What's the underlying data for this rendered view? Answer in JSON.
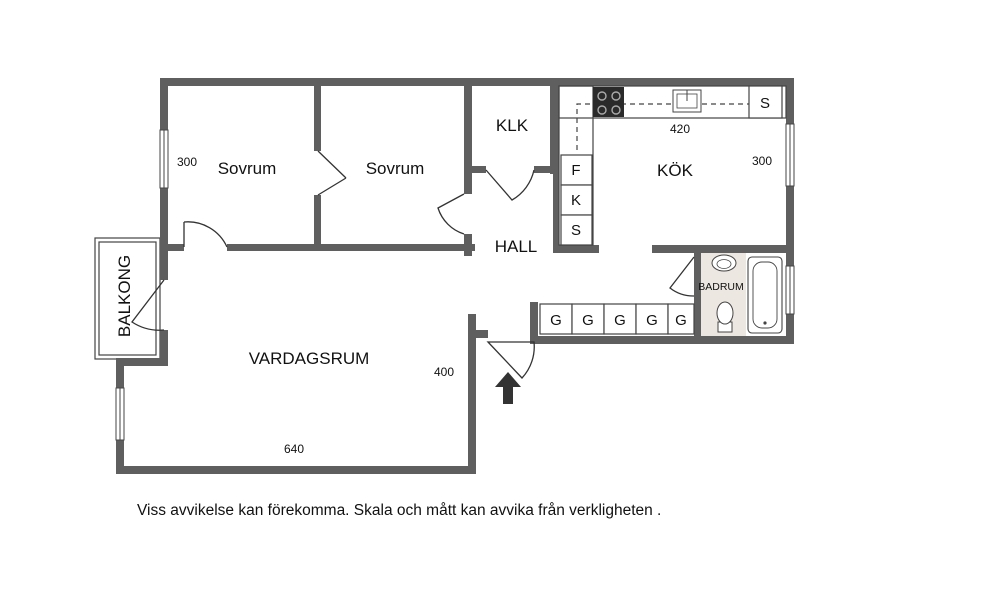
{
  "rooms": {
    "sovrum_1": "Sovrum",
    "sovrum_2": "Sovrum",
    "klk": "KLK",
    "hall": "HALL",
    "kok": "KÖK",
    "badrum": "BADRUM",
    "vardagsrum": "VARDAGSRUM",
    "balkong": "BALKONG"
  },
  "dimensions": {
    "sovrum_height": "300",
    "kok_width": "420",
    "kok_height": "300",
    "vardagsrum_height": "400",
    "vardagsrum_width": "640"
  },
  "kitchen_units": {
    "f": "F",
    "k": "K",
    "s_column": "S",
    "s_top": "S"
  },
  "wardrobes": [
    "G",
    "G",
    "G",
    "G",
    "G"
  ],
  "entrance": {
    "arrow_icon": "up-arrow-icon"
  },
  "disclaimer": "Viss avvikelse kan förekomma. Skala och mått kan avvika från verkligheten ."
}
